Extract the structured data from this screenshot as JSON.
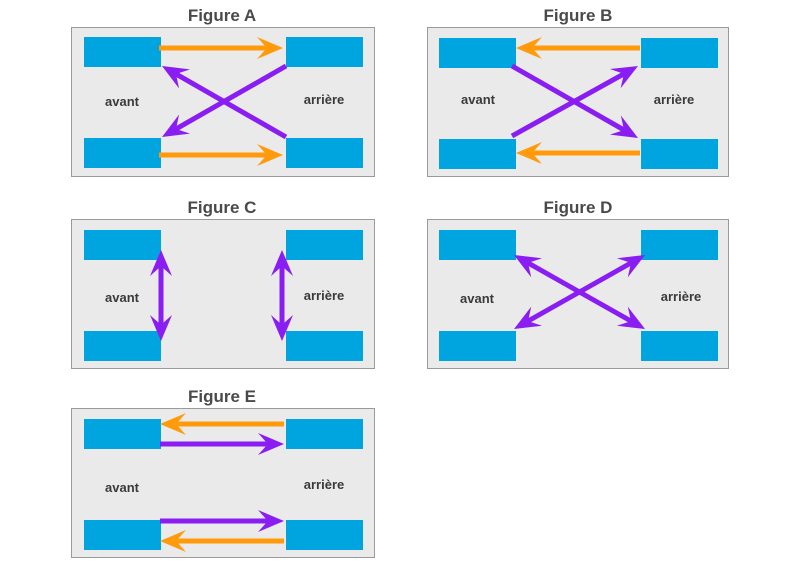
{
  "colors": {
    "tyre": "#00a5e0",
    "orange_arrow": "#ff9a0a",
    "purple_arrow": "#8a1df2",
    "panel_bg": "#eaeaea"
  },
  "figures": [
    {
      "id": "A",
      "title": "Figure A",
      "front_label": "avant",
      "rear_label": "arrière",
      "moves": [
        {
          "from": "front-left",
          "to": "rear-left",
          "color": "orange",
          "heads": "end"
        },
        {
          "from": "front-right",
          "to": "rear-right",
          "color": "orange",
          "heads": "end"
        },
        {
          "from": "rear-left",
          "to": "front-right",
          "color": "purple",
          "heads": "end"
        },
        {
          "from": "rear-right",
          "to": "front-left",
          "color": "purple",
          "heads": "end"
        }
      ]
    },
    {
      "id": "B",
      "title": "Figure B",
      "front_label": "avant",
      "rear_label": "arrière",
      "moves": [
        {
          "from": "rear-left",
          "to": "front-left",
          "color": "orange",
          "heads": "end"
        },
        {
          "from": "rear-right",
          "to": "front-right",
          "color": "orange",
          "heads": "end"
        },
        {
          "from": "front-left",
          "to": "rear-right",
          "color": "purple",
          "heads": "end"
        },
        {
          "from": "front-right",
          "to": "rear-left",
          "color": "purple",
          "heads": "end"
        }
      ]
    },
    {
      "id": "C",
      "title": "Figure C",
      "front_label": "avant",
      "rear_label": "arrière",
      "moves": [
        {
          "from": "front-left",
          "to": "front-right",
          "color": "purple",
          "heads": "both"
        },
        {
          "from": "rear-left",
          "to": "rear-right",
          "color": "purple",
          "heads": "both"
        }
      ]
    },
    {
      "id": "D",
      "title": "Figure D",
      "front_label": "avant",
      "rear_label": "arrière",
      "moves": [
        {
          "from": "front-left",
          "to": "rear-right",
          "color": "purple",
          "heads": "both"
        },
        {
          "from": "front-right",
          "to": "rear-left",
          "color": "purple",
          "heads": "both"
        }
      ]
    },
    {
      "id": "E",
      "title": "Figure E",
      "front_label": "avant",
      "rear_label": "arrière",
      "moves": [
        {
          "from": "rear-left",
          "to": "front-left",
          "color": "orange",
          "heads": "end"
        },
        {
          "from": "front-left",
          "to": "rear-left",
          "color": "purple",
          "heads": "end"
        },
        {
          "from": "front-right",
          "to": "rear-right",
          "color": "purple",
          "heads": "end"
        },
        {
          "from": "rear-right",
          "to": "front-right",
          "color": "orange",
          "heads": "end"
        }
      ]
    }
  ]
}
